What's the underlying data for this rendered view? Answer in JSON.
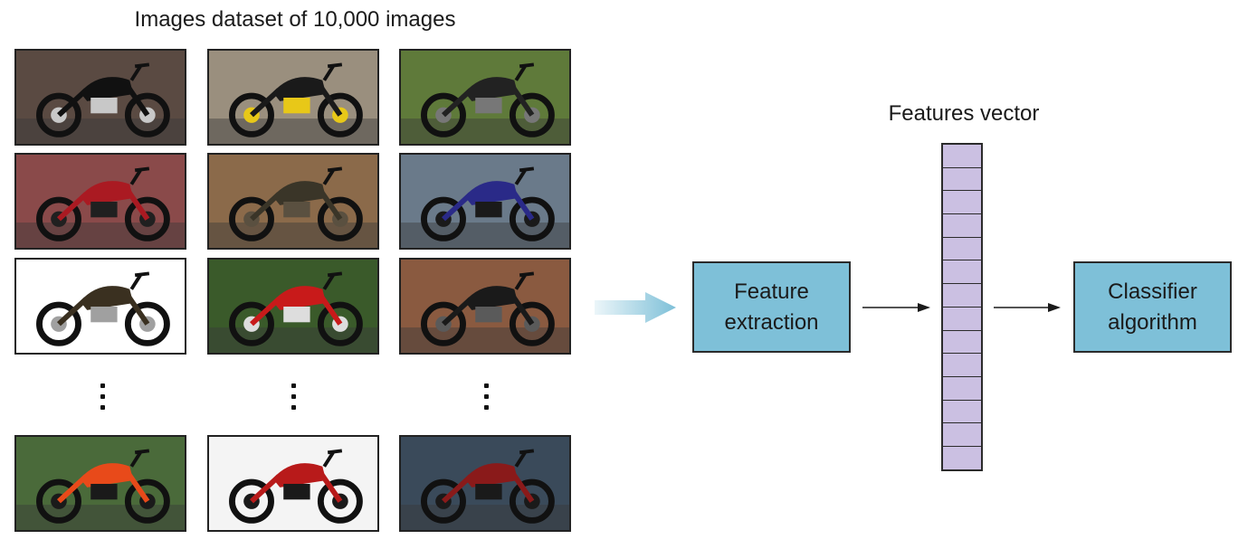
{
  "title": "Images dataset of 10,000 images",
  "feature_extraction_line1": "Feature",
  "feature_extraction_line2": "extraction",
  "features_vector_label": "Features vector",
  "classifier_line1": "Classifier",
  "classifier_line2": "algorithm",
  "vector_cells": 14,
  "colors": {
    "box_fill": "#7ec0d8",
    "vector_fill": "#cbc0e2",
    "big_arrow": "#7ec0d8"
  },
  "images": [
    {
      "icon": "motorcycle-photo",
      "bg": "#5a4a42",
      "body": "#111111",
      "accent": "#c8c8c8"
    },
    {
      "icon": "motorcycle-photo",
      "bg": "#9a8f7e",
      "body": "#1a1a1a",
      "accent": "#e8c818"
    },
    {
      "icon": "motorcycle-photo",
      "bg": "#5f7a3a",
      "body": "#222222",
      "accent": "#777777"
    },
    {
      "icon": "motorcycle-photo",
      "bg": "#8a4a4a",
      "body": "#aa1a22",
      "accent": "#202020"
    },
    {
      "icon": "motorcycle-photo",
      "bg": "#8b6a4a",
      "body": "#3a3528",
      "accent": "#5a5040"
    },
    {
      "icon": "motorcycle-photo",
      "bg": "#6a7a8a",
      "body": "#2a2a88",
      "accent": "#1a1a1a"
    },
    {
      "icon": "motorcycle-photo",
      "bg": "#ffffff",
      "body": "#3a3020",
      "accent": "#a0a0a0"
    },
    {
      "icon": "motorcycle-photo",
      "bg": "#3a5a2a",
      "body": "#c81a1a",
      "accent": "#dddddd"
    },
    {
      "icon": "motorcycle-photo",
      "bg": "#8a5a40",
      "body": "#1a1a1a",
      "accent": "#5a5a5a"
    },
    {
      "icon": "motorcycle-photo",
      "bg": "#4a6a3a",
      "body": "#e84a1a",
      "accent": "#1a1a1a"
    },
    {
      "icon": "motorcycle-photo",
      "bg": "#f4f4f4",
      "body": "#b81a1a",
      "accent": "#1a1a1a"
    },
    {
      "icon": "motorcycle-photo",
      "bg": "#3a4a5a",
      "body": "#8a1a1a",
      "accent": "#1a1a1a"
    }
  ]
}
